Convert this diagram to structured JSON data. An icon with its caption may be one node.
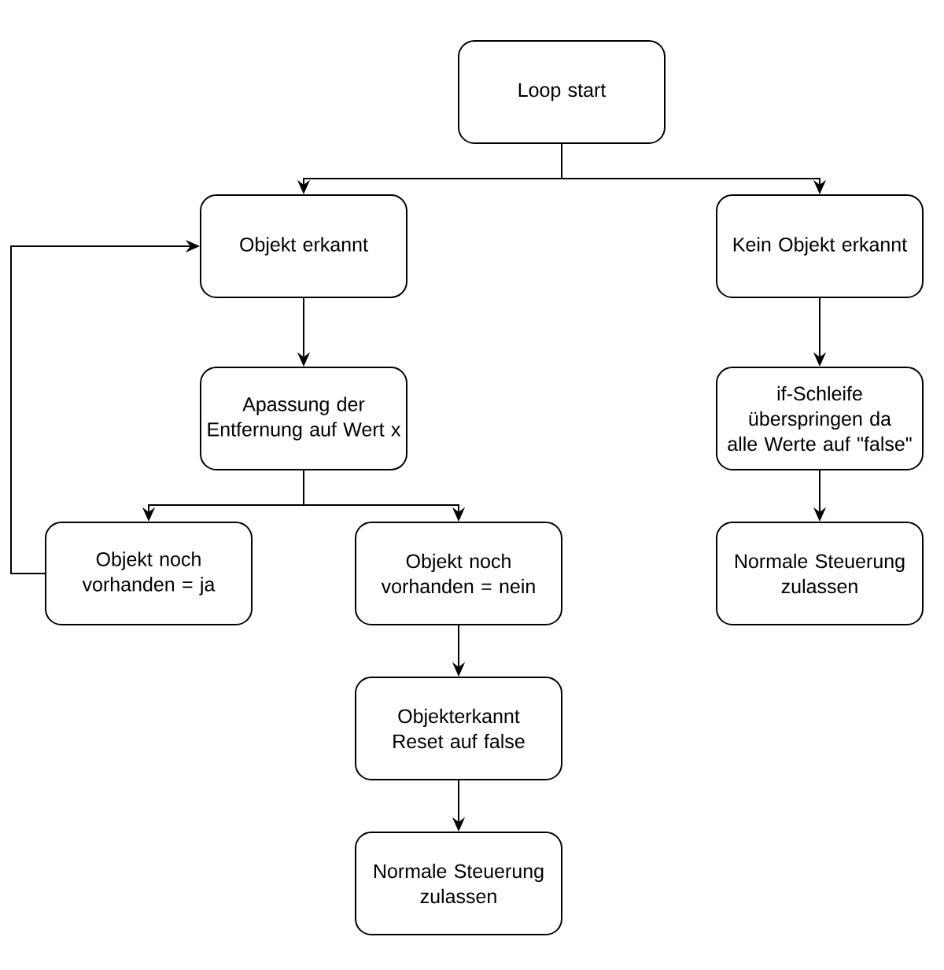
{
  "diagram": {
    "nodes": [
      {
        "text": [
          "Loop start"
        ]
      },
      {
        "text": [
          "Objekt erkannt"
        ]
      },
      {
        "text": [
          "Kein Objekt erkannt"
        ]
      },
      {
        "text": [
          "Apassung der Entfernung auf Wert x"
        ]
      },
      {
        "text": [
          "Objekt noch vorhanden = ja"
        ]
      },
      {
        "text": [
          "Objekt noch vorhanden = nein"
        ]
      },
      {
        "text": [
          "Objekterkannt Reset auf false"
        ]
      },
      {
        "text": [
          "Normale Steuerung zulassen"
        ]
      },
      {
        "text": [
          "if-Schleife überspringen da alle Werte auf \"false\""
        ]
      },
      {
        "text": [
          "Normale Steuerung zulassen"
        ]
      }
    ],
    "edges": [
      {
        "from": 0,
        "to": 1,
        "arrow": "to"
      },
      {
        "from": 0,
        "to": 2,
        "arrow": "to"
      },
      {
        "from": 1,
        "to": 3,
        "arrow": "to"
      },
      {
        "from": 3,
        "to": 4,
        "arrow": "to"
      },
      {
        "from": 3,
        "to": 5,
        "arrow": "to"
      },
      {
        "from": 4,
        "to": 1,
        "arrow": "to"
      },
      {
        "from": 5,
        "to": 6,
        "arrow": "to"
      },
      {
        "from": 6,
        "to": 7,
        "arrow": "to"
      },
      {
        "from": 2,
        "to": 8,
        "arrow": "to"
      },
      {
        "from": 8,
        "to": 9,
        "arrow": "to"
      }
    ]
  }
}
